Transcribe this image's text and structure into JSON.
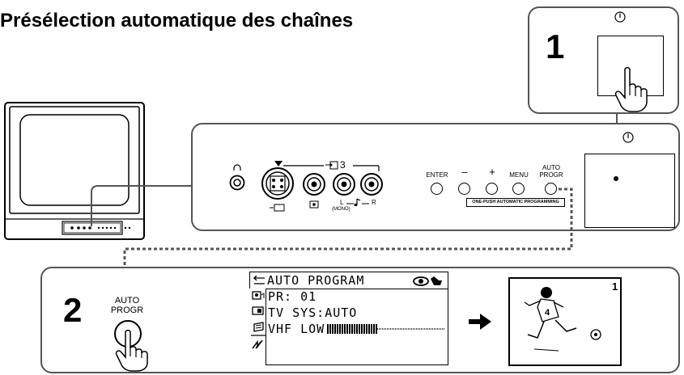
{
  "title": "Présélection automatique des chaînes",
  "steps": [
    "1",
    "2"
  ],
  "control_panel": {
    "input_number": "3",
    "buttons": [
      "ENTER",
      "–",
      "+",
      "MENU",
      "AUTO\nPROGR"
    ],
    "one_push_label": "ONE-PUSH AUTOMATIC PROGRAMMING",
    "audio_left": "L",
    "audio_right": "R",
    "mono_label": "(MONO)"
  },
  "step2": {
    "button_label_line1": "AUTO",
    "button_label_line2": "PROGR",
    "osd": {
      "header": "AUTO PROGRAM",
      "line1": "PR: 01",
      "line2": "TV SYS:AUTO",
      "line3": "VHF LOW"
    },
    "program_number": "1"
  },
  "icons": [
    "power-icon",
    "headphone-icon",
    "s-video-icon",
    "video-icon",
    "audio-note-icon",
    "finger-press-icon",
    "arrow-right-icon",
    "tv-icon",
    "soccer-player-icon"
  ]
}
